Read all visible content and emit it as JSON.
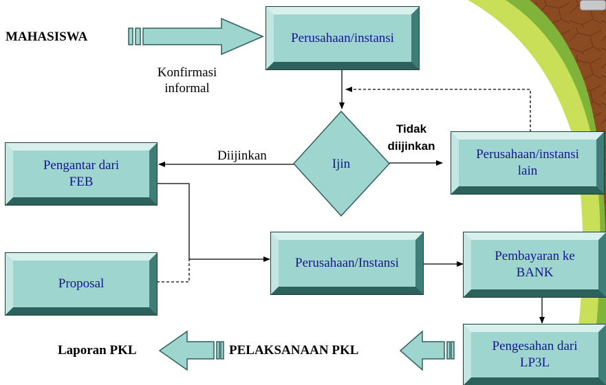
{
  "start": "MAHASISWA",
  "note_informal": "Konfirmasi\ninformal",
  "nodes": {
    "company1": "Perusahaan/instansi",
    "decision": "Ijin",
    "other_company": "Perusahaan/instansi\nlain",
    "cover_letter": "Pengantar dari\nFEB",
    "proposal": "Proposal",
    "company2": "Perusahaan/Instansi",
    "payment": "Pembayaran ke\nBANK",
    "approval": "Pengesahan dari\nLP3L"
  },
  "edges": {
    "allowed": "Diijinkan",
    "not_allowed": "Tidak\ndiijinkan"
  },
  "bottom": {
    "implementation": "PELAKSANAAN PKL",
    "report": "Laporan PKL"
  }
}
